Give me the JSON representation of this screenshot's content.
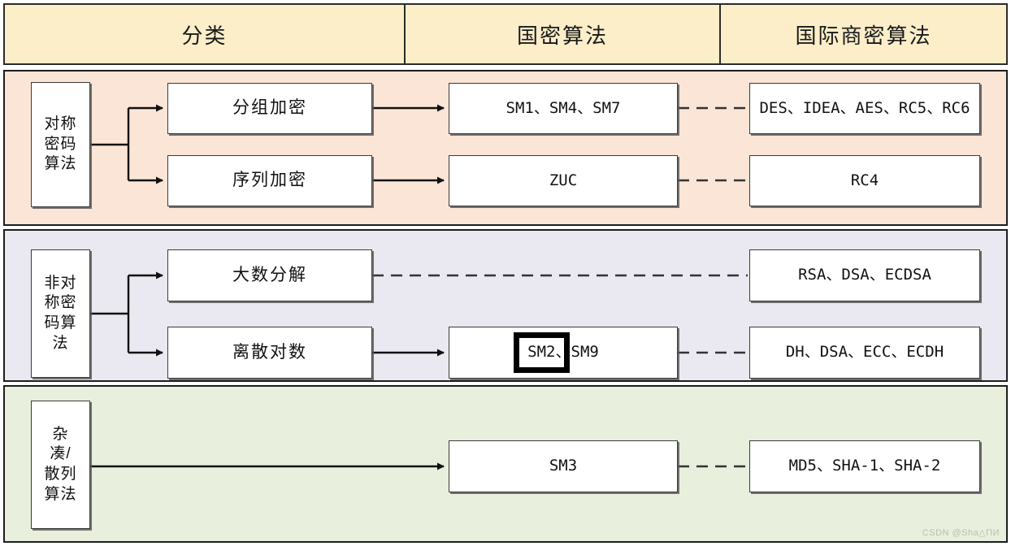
{
  "header": {
    "columns": [
      {
        "label": "分类"
      },
      {
        "label": "国密算法"
      },
      {
        "label": "国际商密算法"
      }
    ]
  },
  "sections": [
    {
      "id": "symmetric",
      "category": "对称密码算法",
      "background": "#fbe5d6",
      "rows": [
        {
          "subcategory": "分组加密",
          "national": "SM1、SM4、SM7",
          "international": "DES、IDEA、AES、RC5、RC6",
          "link_sub_to_national": "solid-arrow",
          "link_national_to_international": "dashed"
        },
        {
          "subcategory": "序列加密",
          "national": "ZUC",
          "international": "RC4",
          "link_sub_to_national": "solid-arrow",
          "link_national_to_international": "dashed"
        }
      ]
    },
    {
      "id": "asymmetric",
      "category": "非对称密码算法",
      "background": "#eae8f0",
      "rows": [
        {
          "subcategory": "大数分解",
          "national": "",
          "international": "RSA、DSA、ECDSA",
          "link_sub_to_national": "none",
          "link_national_to_international": "dashed-long"
        },
        {
          "subcategory": "离散对数",
          "national": "SM2、SM9",
          "national_highlight": "SM2、",
          "national_rest": "SM9",
          "international": "DH、DSA、ECC、ECDH",
          "link_sub_to_national": "solid-arrow",
          "link_national_to_international": "dashed"
        }
      ]
    },
    {
      "id": "hash",
      "category": "杂凑/散列算法",
      "background": "#e8efdd",
      "rows": [
        {
          "subcategory": "",
          "national": "SM3",
          "international": "MD5、SHA-1、SHA-2",
          "link_sub_to_national": "solid-arrow-long",
          "link_national_to_international": "dashed"
        }
      ]
    }
  ],
  "watermark": "CSDN @Sha△ПИ",
  "colors": {
    "header_bg": "#fbeec9",
    "band_symmetric": "#fbe5d6",
    "band_asymmetric": "#eae8f0",
    "band_hash": "#e8efdd",
    "border": "#1d1d1d",
    "box_bg": "#ffffff",
    "highlight": "#000000"
  }
}
